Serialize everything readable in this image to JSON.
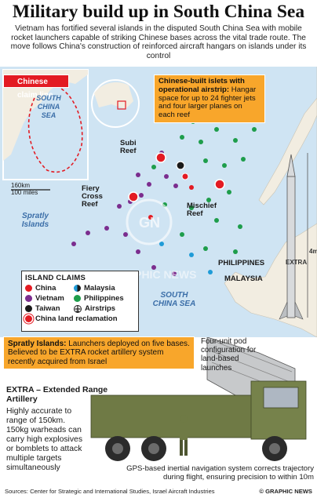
{
  "title": "Military build up in South China Sea",
  "intro": "Vietnam has fortified several islands in the disputed South China Sea with mobile rocket launchers capable of striking Chinese bases across the vital trade route. The move follows China's construction of reinforced aircraft hangars on islands under its control",
  "inset": {
    "claim_label": "Chinese claim line",
    "sea_label": "SOUTH CHINA SEA",
    "scale_km": "160km",
    "scale_mi": "100 miles"
  },
  "map_labels": {
    "subi": "Subi Reef",
    "fiery": "Fiery Cross Reef",
    "mischief": "Mischief Reef",
    "spratly": "Spratly Islands",
    "philippines": "PHILIPPINES",
    "malaysia": "MALAYSIA",
    "sea": "SOUTH CHINA SEA",
    "watermark": "GRAPHIC NEWS",
    "watermark_logo": "GN",
    "height": "4m"
  },
  "airstrip_box": {
    "heading": "Chinese-built islets with operational airstrip:",
    "body": "Hangar space for up to 24 fighter jets and four larger planes on each reef"
  },
  "legend": {
    "title": "ISLAND CLAIMS",
    "items": [
      {
        "label": "China",
        "color": "#e31b23",
        "icon": "dot"
      },
      {
        "label": "Malaysia",
        "color": "#1f9bd7",
        "icon": "half-dot"
      },
      {
        "label": "Vietnam",
        "color": "#7b2d8e",
        "icon": "dot"
      },
      {
        "label": "Philippines",
        "color": "#1e9d4b",
        "icon": "dot"
      },
      {
        "label": "Taiwan",
        "color": "#1a1a1a",
        "icon": "dot"
      },
      {
        "label": "Airstrips",
        "color": "#1a1a1a",
        "icon": "airstrip-icon"
      },
      {
        "label": "China land reclamation",
        "color": "#e31b23",
        "icon": "ring"
      }
    ]
  },
  "spratly_box": {
    "heading": "Spratly Islands:",
    "body": "Launchers deployed on five bases. Believed to be EXTRA rocket artillery system recently acquired from Israel"
  },
  "rocket": {
    "label": "EXTRA",
    "pod_text": "Four-unit pod configuration for land-based launches"
  },
  "extra": {
    "title": "EXTRA – Extended Range Artillery",
    "desc": "Highly accurate to range of 150km. 150kg warheads can carry high explosives or bomblets to attack multiple targets simultaneously"
  },
  "gps_text": "GPS-based inertial navigation system corrects trajectory during flight, ensuring precision to within 10m",
  "sources": "Sources: Center for Strategic and International Studies, Israel Aircraft Industries",
  "credit": "© GRAPHIC NEWS",
  "colors": {
    "sea": "#cfe4f3",
    "land": "#f2ede1",
    "accent_orange": "#f8a62b",
    "china_red": "#e31b23"
  }
}
